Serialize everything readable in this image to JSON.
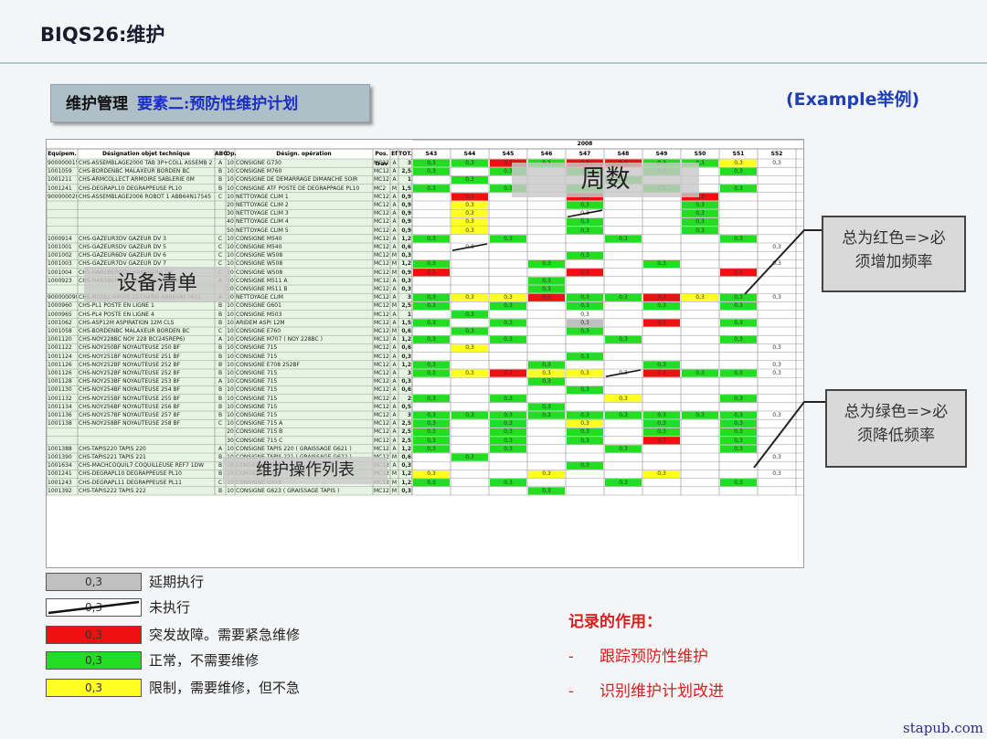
{
  "header": {
    "title": "BIQS26:维护",
    "section_a": "维护管理",
    "section_b": "要素二:预防性维护计划",
    "example": "(Example举例)"
  },
  "table": {
    "year": "2008",
    "columns": [
      "Equipem.",
      "Désignation objet technique",
      "ABC",
      "Op.",
      "Désign. opération",
      "Pos. trav",
      "Ef",
      "TOT."
    ],
    "weeks": [
      "S43",
      "S44",
      "S45",
      "S46",
      "S47",
      "S48",
      "S49",
      "S50",
      "S51",
      "S52"
    ],
    "rows": [
      [
        "900000015",
        "CHS-ASSEMBLAGE2000 TAB 3P+COLL ASSEMB 2",
        "A",
        "10",
        "CONSIGNE G730",
        "MC12GR",
        "A",
        "3"
      ],
      [
        "1001059",
        "CHS-BORDENBC MALAXEUR BORDEN BC",
        "B",
        "10",
        "CONSIGNE M760",
        "MC12ME",
        "A",
        "2,5"
      ],
      [
        "1001211",
        "CHS-ARMCOLLECT ARMOIRE SABLERIE 0M",
        "B",
        "10",
        "CONSIGNE DE DEMARRAGE DIMANCHE SOIR",
        "MC12EL",
        "A",
        "1"
      ],
      [
        "1001241",
        "CHS-DEGRAPL10 DEGRAPPEUSE PL10",
        "B",
        "10",
        "CONSIGNE ATF POSTE DE DEGRAPPAGE PL10",
        "MC2",
        "M",
        "1,5"
      ],
      [
        "900000020",
        "CHS-ASSEMBLAGE2006 ROBOT 1 ABB64N17545",
        "C",
        "10",
        "NETTOYAGE CLIM 1",
        "MC12EL",
        "A",
        "0,9"
      ],
      [
        "",
        "",
        "",
        "20",
        "NETTOYAGE CLIM 2",
        "MC12EL",
        "A",
        "0,9"
      ],
      [
        "",
        "",
        "",
        "30",
        "NETTOYAGE CLIM 3",
        "MC12EL",
        "A",
        "0,9"
      ],
      [
        "",
        "",
        "",
        "40",
        "NETTOYAGE CLIM 4",
        "MC12EL",
        "A",
        "0,9"
      ],
      [
        "",
        "",
        "",
        "50",
        "NETTOYAGE CLIM 5",
        "MC12EL",
        "A",
        "0,9"
      ],
      [
        "1000914",
        "CHS-GAZEUR3DV GAZEUR DV 3",
        "C",
        "10",
        "CONSIGNE M540",
        "MC12ME",
        "A",
        "1,2"
      ],
      [
        "1001001",
        "CHS-GAZEUR5DV GAZEUR DV 5",
        "C",
        "10",
        "CONSIGNE M540",
        "MC12ME",
        "A",
        "0,6"
      ],
      [
        "1001002",
        "CHS-GAZEUR6DV GAZEUR DV 6",
        "C",
        "10",
        "CONSIGNE W508",
        "MC12ME",
        "M",
        "0,3"
      ],
      [
        "1001003",
        "CHS-GAZEUR7DV GAZEUR DV 7",
        "C",
        "10",
        "CONSIGNE W508",
        "MC12ME",
        "M",
        "1,2"
      ],
      [
        "1001004",
        "CHS-HANSBERGDV HANSBERG DV",
        "C",
        "10",
        "CONSIGNE W508",
        "MC12ME",
        "M",
        "0,9"
      ],
      [
        "1000923",
        "CHS-HANSBERGEDV NOY HANSBERG 6 DV",
        "A",
        "10",
        "CONSIGNE M511 A",
        "MC12ME",
        "A",
        "0,3"
      ],
      [
        "",
        "",
        "",
        "20",
        "CONSIGNE M511 B",
        "MC12ME",
        "A",
        "0,3"
      ],
      [
        "900000090",
        "CHS-MOULC440DS DECHARG ABB64N17411",
        "A",
        "10",
        "NETTOYAGE CLIM",
        "MC12EL",
        "A",
        "3"
      ],
      [
        "1000960",
        "CHS-PL1 POSTE EN LIGNE 1",
        "B",
        "10",
        "CONSIGNE G601",
        "MC12GR",
        "M",
        "2,5"
      ],
      [
        "1000965",
        "CHS-PL4 POSTE EN LIGNE 4",
        "B",
        "10",
        "CONSIGNE M503",
        "MC12ME",
        "A",
        "1"
      ],
      [
        "1001062",
        "CHS-ASP12M ASPIRATION 12M CLS",
        "B",
        "10",
        "ARIDEM ASPI 12M",
        "MC12EL",
        "A",
        "1,5"
      ],
      [
        "1001058",
        "CHS-BORDENBC MALAXEUR BORDEN BC",
        "C",
        "10",
        "CONSIGNE E760",
        "MC12EL",
        "M",
        "0,6"
      ],
      [
        "1001120",
        "CHS-NOY228BC NOY 228 BC(245REP6)",
        "A",
        "10",
        "CONSIGNE M707 ( NOY 228BC )",
        "MC12ME",
        "A",
        "1,2"
      ],
      [
        "1001122",
        "CHS-NOY250BF NOYAUTEUSE 250 BF",
        "B",
        "10",
        "CONSIGNE 715",
        "MC12ME",
        "A",
        "0,6"
      ],
      [
        "1001124",
        "CHS-NOY251BF NOYAUTEUSE 251 BF",
        "B",
        "10",
        "CONSIGNE 715",
        "MC12ME",
        "A",
        "0,3"
      ],
      [
        "1001126",
        "CHS-NOY252BF NOYAUTEUSE 252 BF",
        "B",
        "10",
        "CONSIGNE E708 252BF",
        "MC12EL",
        "A",
        "1,2"
      ],
      [
        "1001126",
        "CHS-NOY252BF NOYAUTEUSE 252 BF",
        "B",
        "10",
        "CONSIGNE 715",
        "MC12ME",
        "A",
        "3"
      ],
      [
        "1001128",
        "CHS-NOY253BF NOYAUTEUSE 253 BF",
        "A",
        "10",
        "CONSIGNE 715",
        "MC12ME",
        "A",
        "0,3"
      ],
      [
        "1001130",
        "CHS-NOY254BF NOYAUTEUSE 254 BF",
        "B",
        "10",
        "CONSIGNE 715",
        "MC12ME",
        "A",
        "0,6"
      ],
      [
        "1001132",
        "CHS-NOY255BF NOYAUTEUSE 255 BF",
        "B",
        "10",
        "CONSIGNE 715",
        "MC12ME",
        "A",
        "2"
      ],
      [
        "1001134",
        "CHS-NOY256BF NOYAUTEUSE 256 BF",
        "B",
        "10",
        "CONSIGNE 715",
        "MC12ME",
        "A",
        "0,5"
      ],
      [
        "1001136",
        "CHS-NOY257BF NOYAUTEUSE 257 BF",
        "B",
        "10",
        "CONSIGNE 715",
        "MC12ME",
        "A",
        "3"
      ],
      [
        "1001138",
        "CHS-NOY258BF NOYAUTEUSE 258 BF",
        "C",
        "10",
        "CONSIGNE 715 A",
        "MC12ME",
        "A",
        "2,5"
      ],
      [
        "",
        "",
        "",
        "20",
        "CONSIGNE 715 B",
        "MC12ME",
        "A",
        "2,5"
      ],
      [
        "",
        "",
        "",
        "30",
        "CONSIGNE 715 C",
        "MC12ME",
        "A",
        "2,5"
      ],
      [
        "1001388",
        "CHS-TAPIS220 TAPIS 220",
        "A",
        "10",
        "CONSIGNE TAPIS 220 ( GRAISSAGE G621 )",
        "MC12GR",
        "A",
        "1,2"
      ],
      [
        "1001390",
        "CHS-TAPIS221 TAPIS 221",
        "B",
        "10",
        "CONSIGNE TAPIS 221 ( GRAISSAGE G622 )",
        "MC12GR",
        "M",
        "0,6"
      ],
      [
        "1001634",
        "CHS-MACHCOQUIL7 COQUILLEUSE REF7 1DW",
        "B",
        "10",
        "CONSIGNE M807",
        "MC12ME",
        "A",
        "0,3"
      ],
      [
        "1001241",
        "CHS-DEGRAPL10 DEGRAPPEUSE PL10",
        "B",
        "10",
        "CONSIGNE G609",
        "MC12GR",
        "M",
        "1,2"
      ],
      [
        "1001243",
        "CHS-DEGRAPL11 DEGRAPPEUSE PL11",
        "C",
        "10",
        "CONSIGNE G609",
        "MC12GR",
        "M",
        "1,2"
      ],
      [
        "1001392",
        "CHS-TAPIS222 TAPIS 222",
        "B",
        "10",
        "CONSIGNE G623 ( GRAISSAGE TAPIS )",
        "MC12GR",
        "M",
        "0,3"
      ]
    ],
    "marks": [
      [
        0,
        "S43",
        "g"
      ],
      [
        0,
        "S44",
        "g"
      ],
      [
        0,
        "S45",
        "r"
      ],
      [
        0,
        "S46",
        "g"
      ],
      [
        0,
        "S47",
        "r"
      ],
      [
        0,
        "S48",
        "r"
      ],
      [
        0,
        "S49",
        "g"
      ],
      [
        0,
        "S50",
        "g"
      ],
      [
        0,
        "S51",
        "y"
      ],
      [
        0,
        "S52",
        "w"
      ],
      [
        1,
        "S43",
        "g"
      ],
      [
        1,
        "S45",
        "g"
      ],
      [
        1,
        "S47",
        "g"
      ],
      [
        1,
        "S49",
        "g"
      ],
      [
        1,
        "S51",
        "g"
      ],
      [
        2,
        "S44",
        "g"
      ],
      [
        2,
        "S48",
        "g"
      ],
      [
        3,
        "S43",
        "g"
      ],
      [
        3,
        "S45",
        "g"
      ],
      [
        3,
        "S47",
        "g"
      ],
      [
        3,
        "S49",
        "g"
      ],
      [
        3,
        "S51",
        "g"
      ],
      [
        4,
        "S44",
        "r"
      ],
      [
        4,
        "S47",
        "r"
      ],
      [
        4,
        "S50",
        "r"
      ],
      [
        5,
        "S44",
        "y"
      ],
      [
        5,
        "S47",
        "g"
      ],
      [
        5,
        "S50",
        "g"
      ],
      [
        6,
        "S44",
        "y"
      ],
      [
        6,
        "S47",
        "s"
      ],
      [
        6,
        "S50",
        "g"
      ],
      [
        7,
        "S44",
        "y"
      ],
      [
        7,
        "S47",
        "g"
      ],
      [
        7,
        "S50",
        "g"
      ],
      [
        8,
        "S44",
        "y"
      ],
      [
        8,
        "S47",
        "g"
      ],
      [
        8,
        "S50",
        "g"
      ],
      [
        9,
        "S43",
        "g"
      ],
      [
        9,
        "S45",
        "g"
      ],
      [
        9,
        "S48",
        "g"
      ],
      [
        9,
        "S51",
        "g"
      ],
      [
        10,
        "S44",
        "s"
      ],
      [
        10,
        "S52",
        "w"
      ],
      [
        11,
        "S47",
        "g"
      ],
      [
        12,
        "S43",
        "g"
      ],
      [
        12,
        "S46",
        "g"
      ],
      [
        12,
        "S49",
        "g"
      ],
      [
        12,
        "S52",
        "w"
      ],
      [
        13,
        "S43",
        "r"
      ],
      [
        13,
        "S47",
        "r"
      ],
      [
        13,
        "S51",
        "r"
      ],
      [
        14,
        "S46",
        "g"
      ],
      [
        15,
        "S46",
        "g"
      ],
      [
        16,
        "S43",
        "g"
      ],
      [
        16,
        "S44",
        "y"
      ],
      [
        16,
        "S45",
        "y"
      ],
      [
        16,
        "S46",
        "r"
      ],
      [
        16,
        "S47",
        "g"
      ],
      [
        16,
        "S48",
        "g"
      ],
      [
        16,
        "S49",
        "r"
      ],
      [
        16,
        "S50",
        "y"
      ],
      [
        16,
        "S51",
        "g"
      ],
      [
        16,
        "S52",
        "w"
      ],
      [
        17,
        "S43",
        "g"
      ],
      [
        17,
        "S45",
        "g"
      ],
      [
        17,
        "S47",
        "g"
      ],
      [
        17,
        "S49",
        "g"
      ],
      [
        17,
        "S51",
        "g"
      ],
      [
        18,
        "S44",
        "g"
      ],
      [
        18,
        "S47",
        "w"
      ],
      [
        19,
        "S43",
        "g"
      ],
      [
        19,
        "S45",
        "g"
      ],
      [
        19,
        "S47",
        "q"
      ],
      [
        19,
        "S49",
        "r"
      ],
      [
        19,
        "S51",
        "g"
      ],
      [
        20,
        "S44",
        "g"
      ],
      [
        20,
        "S47",
        "g"
      ],
      [
        21,
        "S43",
        "g"
      ],
      [
        21,
        "S45",
        "g"
      ],
      [
        21,
        "S48",
        "g"
      ],
      [
        21,
        "S51",
        "g"
      ],
      [
        22,
        "S44",
        "y"
      ],
      [
        22,
        "S52",
        "w"
      ],
      [
        23,
        "S47",
        "g"
      ],
      [
        24,
        "S43",
        "g"
      ],
      [
        24,
        "S46",
        "g"
      ],
      [
        24,
        "S49",
        "g"
      ],
      [
        24,
        "S52",
        "w"
      ],
      [
        25,
        "S43",
        "g"
      ],
      [
        25,
        "S44",
        "y"
      ],
      [
        25,
        "S45",
        "r"
      ],
      [
        25,
        "S46",
        "y"
      ],
      [
        25,
        "S47",
        "y"
      ],
      [
        25,
        "S48",
        "s"
      ],
      [
        25,
        "S49",
        "r"
      ],
      [
        25,
        "S50",
        "g"
      ],
      [
        25,
        "S51",
        "g"
      ],
      [
        25,
        "S52",
        "w"
      ],
      [
        26,
        "S46",
        "g"
      ],
      [
        27,
        "S47",
        "g"
      ],
      [
        28,
        "S43",
        "g"
      ],
      [
        28,
        "S45",
        "g"
      ],
      [
        28,
        "S48",
        "y"
      ],
      [
        28,
        "S51",
        "g"
      ],
      [
        29,
        "S46",
        "g"
      ],
      [
        30,
        "S43",
        "g"
      ],
      [
        30,
        "S44",
        "g"
      ],
      [
        30,
        "S45",
        "g"
      ],
      [
        30,
        "S46",
        "g"
      ],
      [
        30,
        "S47",
        "g"
      ],
      [
        30,
        "S48",
        "g"
      ],
      [
        30,
        "S49",
        "g"
      ],
      [
        30,
        "S50",
        "g"
      ],
      [
        30,
        "S51",
        "g"
      ],
      [
        30,
        "S52",
        "w"
      ],
      [
        31,
        "S43",
        "g"
      ],
      [
        31,
        "S45",
        "g"
      ],
      [
        31,
        "S47",
        "y"
      ],
      [
        31,
        "S49",
        "g"
      ],
      [
        31,
        "S51",
        "g"
      ],
      [
        32,
        "S43",
        "g"
      ],
      [
        32,
        "S45",
        "g"
      ],
      [
        32,
        "S47",
        "g"
      ],
      [
        32,
        "S49",
        "g"
      ],
      [
        32,
        "S51",
        "g"
      ],
      [
        33,
        "S43",
        "g"
      ],
      [
        33,
        "S45",
        "g"
      ],
      [
        33,
        "S47",
        "g"
      ],
      [
        33,
        "S49",
        "r"
      ],
      [
        33,
        "S51",
        "g"
      ],
      [
        34,
        "S43",
        "g"
      ],
      [
        34,
        "S45",
        "g"
      ],
      [
        34,
        "S48",
        "g"
      ],
      [
        34,
        "S51",
        "g"
      ],
      [
        35,
        "S44",
        "g"
      ],
      [
        35,
        "S52",
        "w"
      ],
      [
        36,
        "S47",
        "g"
      ],
      [
        37,
        "S43",
        "y"
      ],
      [
        37,
        "S46",
        "y"
      ],
      [
        37,
        "S49",
        "y"
      ],
      [
        37,
        "S52",
        "w"
      ],
      [
        38,
        "S43",
        "g"
      ],
      [
        38,
        "S45",
        "g"
      ],
      [
        38,
        "S48",
        "g"
      ],
      [
        38,
        "S51",
        "g"
      ],
      [
        39,
        "S46",
        "g"
      ]
    ],
    "mark_value": "0,3"
  },
  "overlays": {
    "weeks": "周数",
    "equipment": "设备清单",
    "operations": "维护操作列表"
  },
  "callouts": {
    "red": [
      "总为红色=>必",
      "须增加频率"
    ],
    "green": [
      "总为绿色=>必",
      "须降低频率"
    ]
  },
  "legend": [
    {
      "value": "0,3",
      "text": "延期执行",
      "color": "#c0c0c0"
    },
    {
      "value": "0,3",
      "text": "未执行",
      "color": "#ffffff"
    },
    {
      "value": "0,3",
      "text": "突发故障。需要紧急维修",
      "color": "#ee1111"
    },
    {
      "value": "0,3",
      "text": "正常，不需要维修",
      "color": "#22dd22"
    },
    {
      "value": "0,3",
      "text": "限制，需要维修，但不急",
      "color": "#ffff22"
    }
  ],
  "records": {
    "title": "记录的作用：",
    "items": [
      "跟踪预防性维护",
      "识别维护计划改进"
    ]
  },
  "footer": "stapub.com",
  "colors": {
    "g": "#22dd22",
    "r": "#ee1111",
    "y": "#ffff22",
    "q": "#c0c0c0",
    "w": "#ffffff",
    "s": "#ffffff"
  }
}
